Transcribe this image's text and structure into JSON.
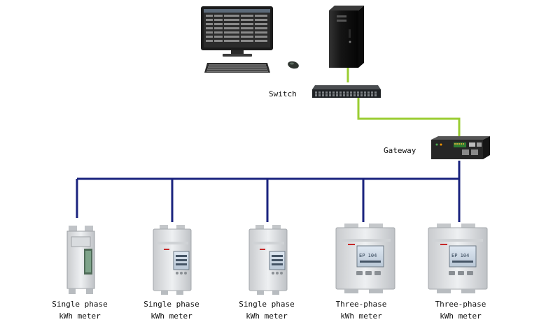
{
  "labels": {
    "switch": "Switch",
    "gateway": "Gateway"
  },
  "meters": [
    {
      "line1": "Single phase",
      "line2": "kWh meter",
      "display": ""
    },
    {
      "line1": "Single phase",
      "line2": "kWh meter",
      "display": ""
    },
    {
      "line1": "Single phase",
      "line2": "kWh meter",
      "display": ""
    },
    {
      "line1": "Three-phase",
      "line2": "kWh meter",
      "display": "EP 104"
    },
    {
      "line1": "Three-phase",
      "line2": "kWh meter",
      "display": "EP 104"
    }
  ],
  "colors": {
    "ethernet_link": "#9acd32",
    "rs485_bus": "#1a237e"
  }
}
